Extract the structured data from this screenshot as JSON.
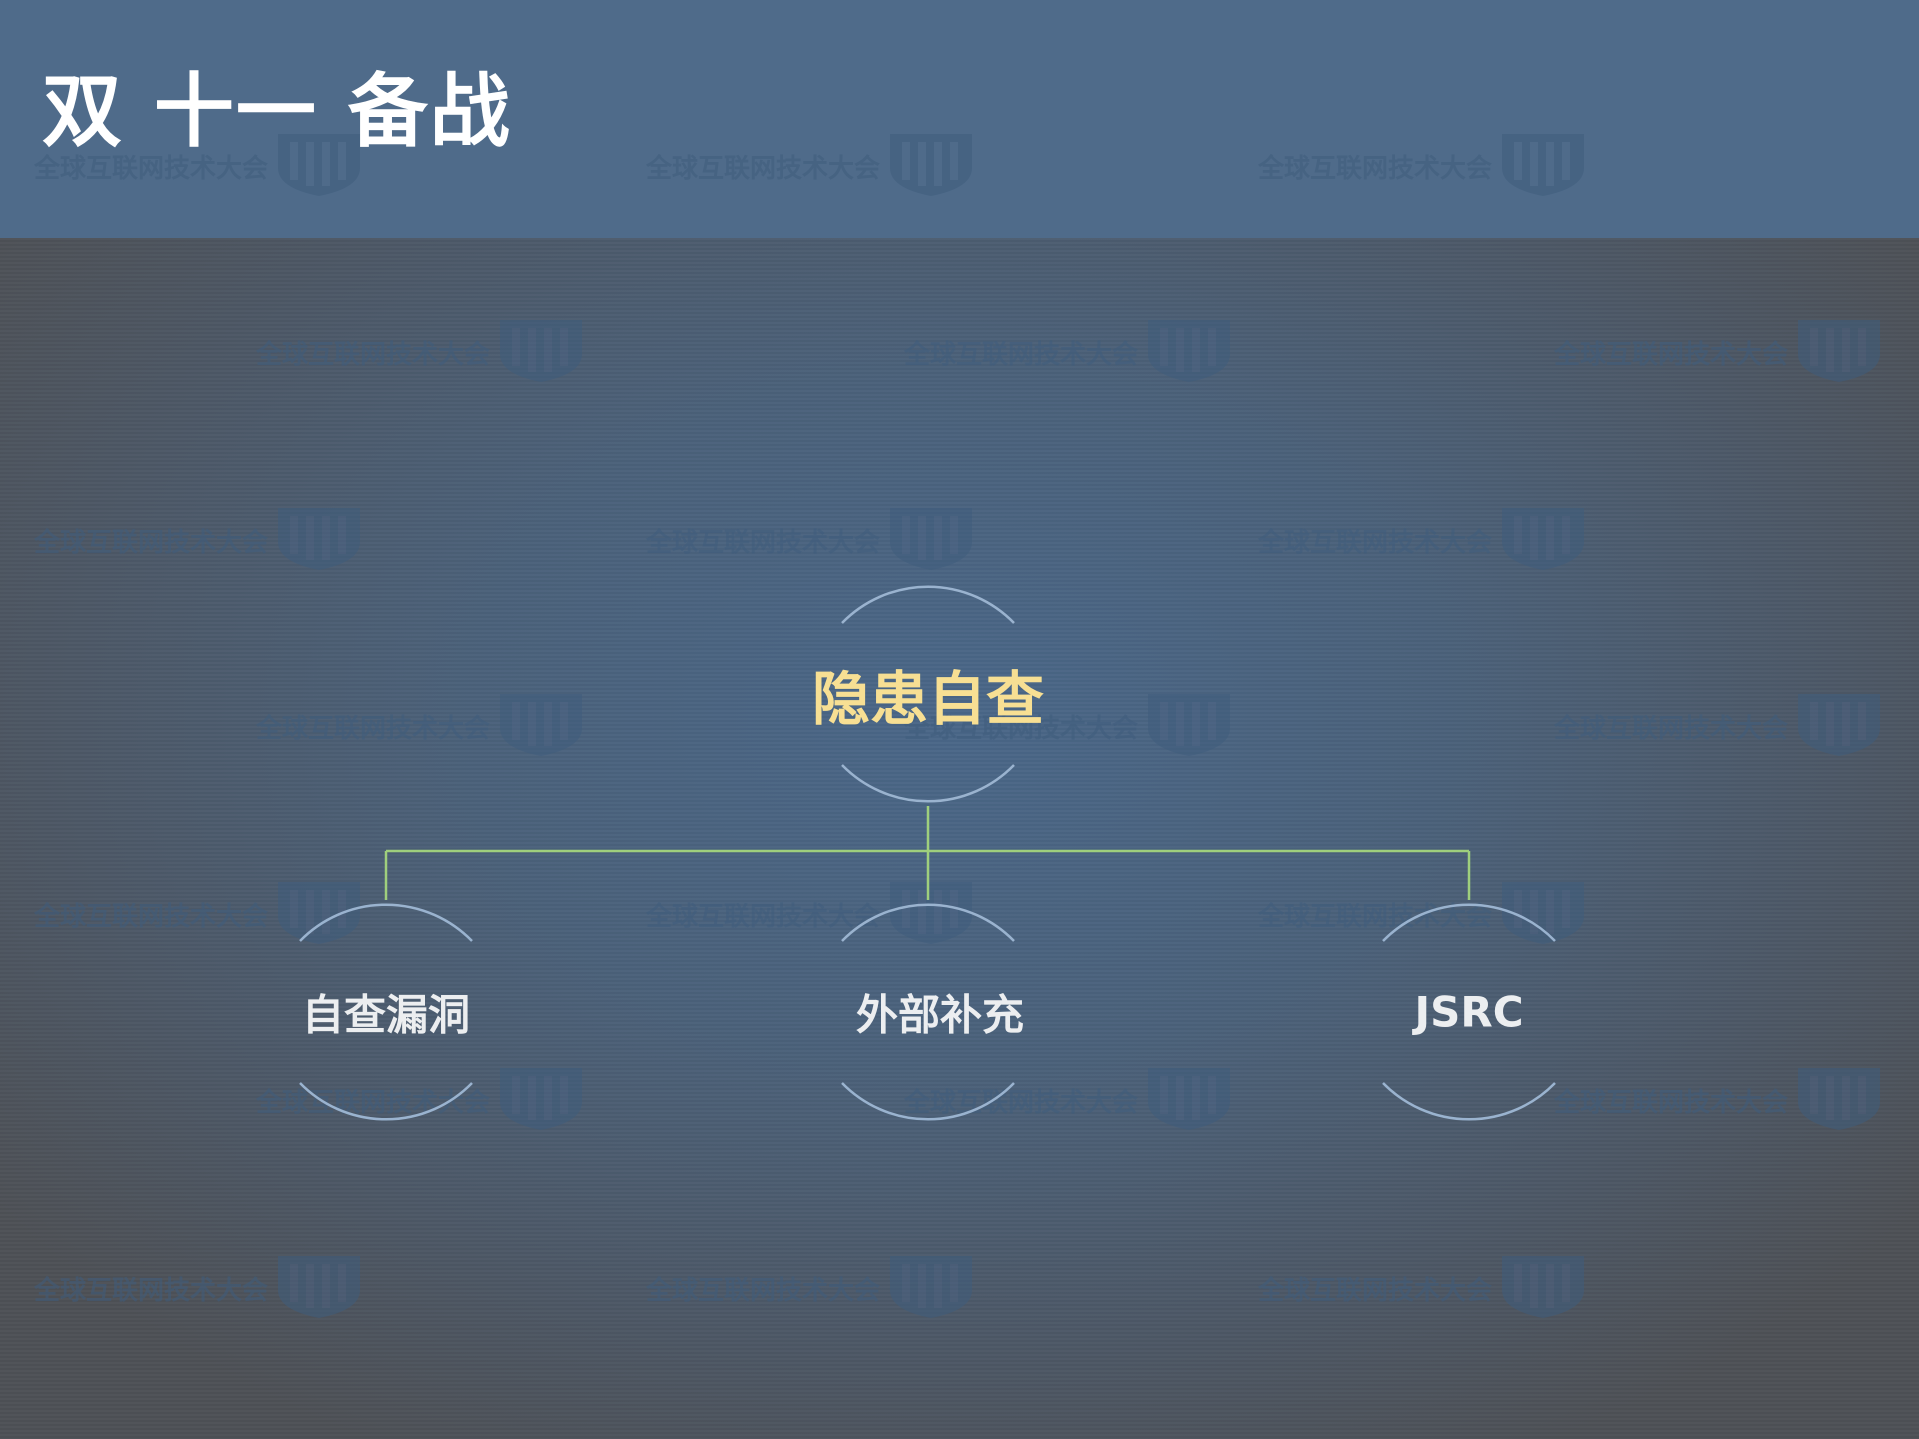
{
  "slide": {
    "title": "双 十一 备战"
  },
  "watermark": {
    "text": "全球互联网技术大会",
    "logo_icon": "gitc-logo-icon"
  },
  "diagram": {
    "root": {
      "label": "隐患自查"
    },
    "children": [
      {
        "label": "自查漏洞"
      },
      {
        "label": "外部补充"
      },
      {
        "label": "JSRC"
      }
    ]
  },
  "colors": {
    "header_bg": "#4f6b8a",
    "title_text": "#ffffff",
    "root_text": "#f7df93",
    "child_text": "#eceef0",
    "connector": "#9fcf7d",
    "arc": "#9ab3cf",
    "watermark": "#3f5d7d"
  }
}
